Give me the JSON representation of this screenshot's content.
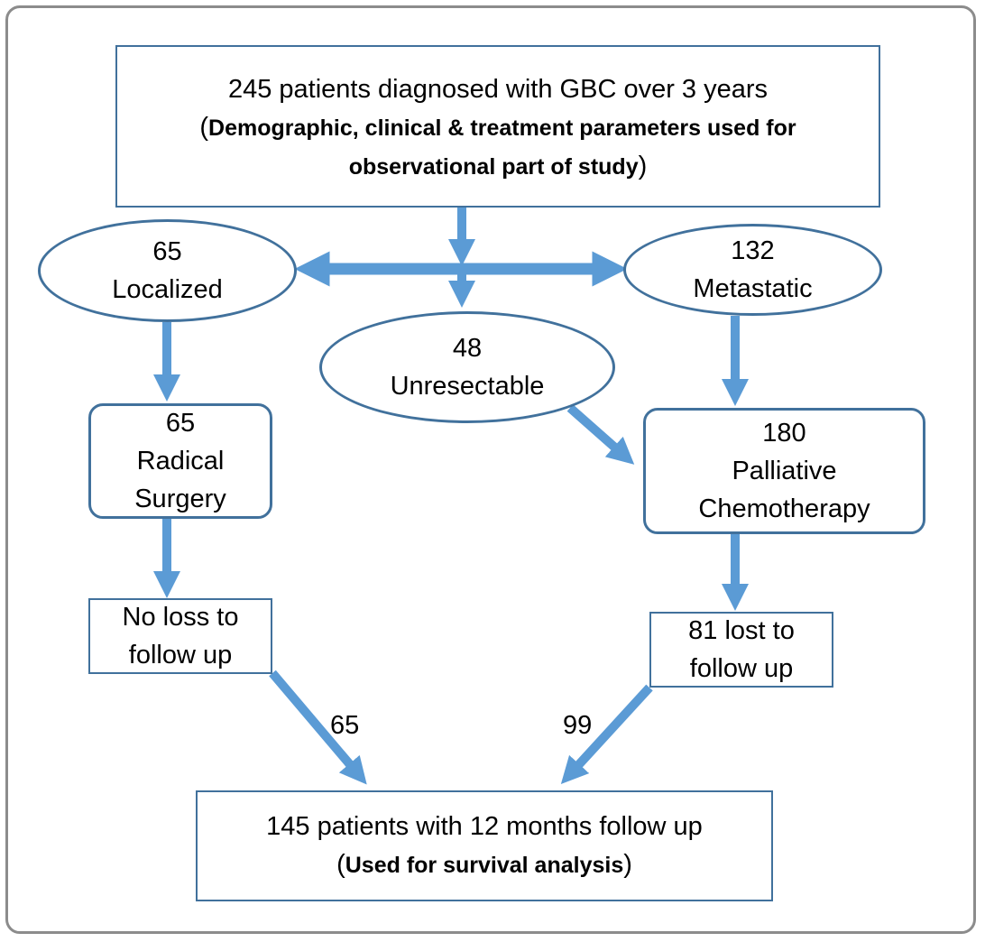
{
  "nodes": {
    "total": {
      "title": "245 patients diagnosed with GBC over 3 years",
      "note_open": "(",
      "note_line1": "Demographic, clinical & treatment parameters used for",
      "note_line2": "observational part of study",
      "note_close": ")"
    },
    "localized": {
      "count": "65",
      "label": "Localized"
    },
    "metastatic": {
      "count": "132",
      "label": "Metastatic"
    },
    "unresectable": {
      "count": "48",
      "label": "Unresectable"
    },
    "radical_surgery": {
      "count": "65",
      "label_line1": "Radical",
      "label_line2": "Surgery"
    },
    "palliative": {
      "count": "180",
      "label_line1": "Palliative",
      "label_line2": "Chemotherapy"
    },
    "no_loss": {
      "line1": "No loss to",
      "line2": "follow up"
    },
    "lost": {
      "line1": "81 lost to",
      "line2": "follow up"
    },
    "followed": {
      "title": "145 patients with 12 months follow up",
      "note_open": "(",
      "note": "Used for survival analysis",
      "note_close": ")"
    }
  },
  "edges": {
    "surgery_to_followup": "65",
    "chemo_to_followup": "99"
  },
  "colors": {
    "arrow": "#5b9bd5",
    "border": "#41719c",
    "frame": "#8c8c8c"
  }
}
